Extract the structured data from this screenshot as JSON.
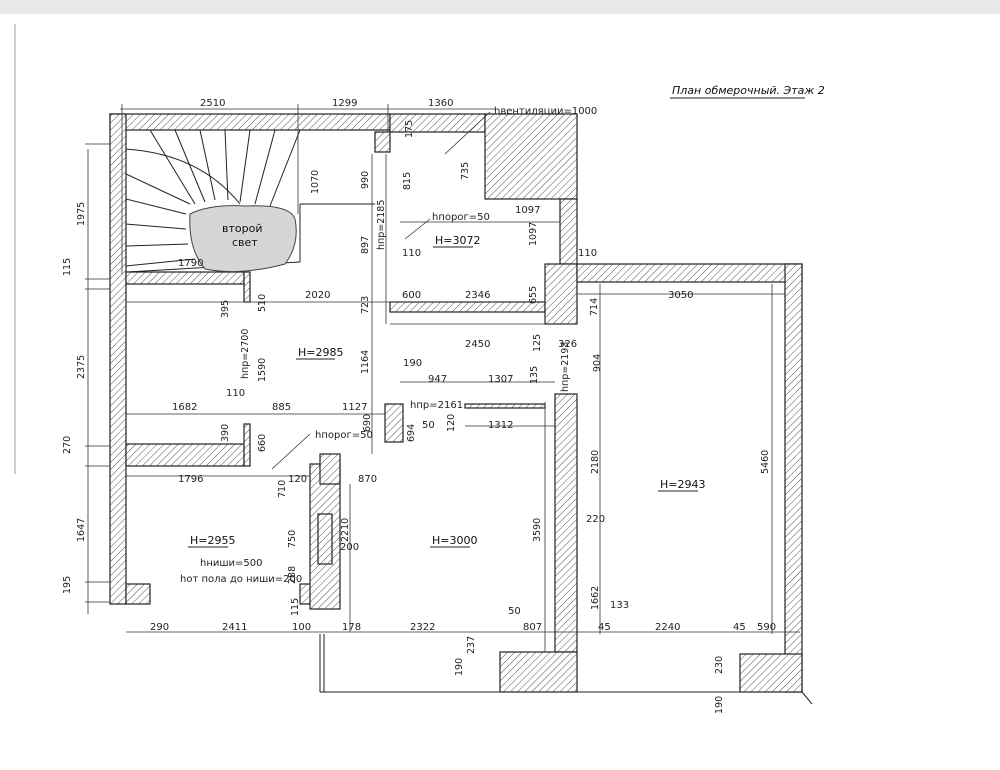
{
  "title": "План обмерочный. Этаж 2",
  "rooms": {
    "stair_void_line1": "второй",
    "stair_void_line2": "свет",
    "hall_height": "H=2985",
    "upper_room_height": "H=3072",
    "right_room_height": "H=2943",
    "left_room_height": "H=2955",
    "center_room_height": "H=3000"
  },
  "notes": {
    "ventilation": "hвентиляции=1000",
    "threshold_top": "hпорог=50",
    "threshold_mid": "hпорог=50",
    "opening_2185": "hпр=2185",
    "opening_2700": "hпр=2700",
    "opening_2161": "hпр=2161",
    "opening_2193": "hпр=2193",
    "niche": "hниши=500",
    "niche_floor": "hот пола до ниши=200"
  },
  "dims_h": {
    "d2510": "2510",
    "d1299": "1299",
    "d1360": "1360",
    "d1097": "1097",
    "d1790": "1790",
    "d2020": "2020",
    "d2346": "2346",
    "d3050": "3050",
    "d2450": "2450",
    "d326": "326",
    "d947": "947",
    "d1307": "1307",
    "d1682": "1682",
    "d110a": "110",
    "d885": "885",
    "d1127": "1127",
    "d50a": "50",
    "d1312": "1312",
    "d1796": "1796",
    "d120": "120",
    "d870": "870",
    "d220": "220",
    "d200": "200",
    "d133": "133",
    "d290": "290",
    "d2411": "2411",
    "d100": "100",
    "d178": "178",
    "d2322": "2322",
    "d50b": "50",
    "d807": "807",
    "d45a": "45",
    "d2240": "2240",
    "d45b": "45",
    "d590": "590",
    "d110b": "110",
    "d110c": "110",
    "d190": "190",
    "d600": "600"
  },
  "dims_v": {
    "d1975": "1975",
    "d115a": "115",
    "d2375": "2375",
    "d270": "270",
    "d1647": "1647",
    "d195": "195",
    "d1070": "1070",
    "d990": "990",
    "d175": "175",
    "d815": "815",
    "d735": "735",
    "d897": "897",
    "d1097v": "1097",
    "d395": "395",
    "d510": "510",
    "d723": "723",
    "d655": "655",
    "d714": "714",
    "d1590": "1590",
    "d1164": "1164",
    "d125": "125",
    "d135": "135",
    "d904": "904",
    "d390": "390",
    "d660": "660",
    "d690": "690",
    "d694": "694",
    "d120v": "120",
    "d710": "710",
    "d2180": "2180",
    "d5460": "5460",
    "d3590": "3590",
    "d2210": "2210",
    "d750": "750",
    "d288": "288",
    "d1662": "1662",
    "d115b": "115",
    "d237": "237",
    "d190v": "190",
    "d230": "230",
    "d190b": "190"
  }
}
